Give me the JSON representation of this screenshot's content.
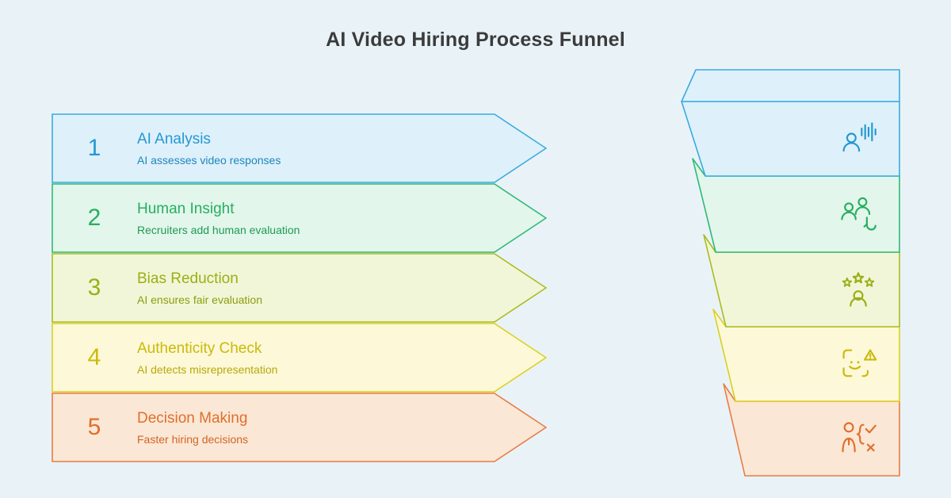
{
  "page": {
    "title": "AI Video Hiring Process Funnel",
    "background": "#e9f3f7"
  },
  "steps": [
    {
      "number": "1",
      "title": "AI Analysis",
      "subtitle": "AI assesses video responses",
      "border": "#3aabe0",
      "fill": "#def0fa",
      "title_color": "#2598d2",
      "subtitle_color": "#1e86bd",
      "icon": "voice-analysis-icon"
    },
    {
      "number": "2",
      "title": "Human Insight",
      "subtitle": "Recruiters add human evaluation",
      "border": "#30b977",
      "fill": "#e2f6eb",
      "title_color": "#27ae60",
      "subtitle_color": "#1f9a55",
      "icon": "human-evaluation-icon"
    },
    {
      "number": "3",
      "title": "Bias Reduction",
      "subtitle": "AI ensures fair evaluation",
      "border": "#a9bc20",
      "fill": "#f2f6d8",
      "title_color": "#9aaf15",
      "subtitle_color": "#8a9e10",
      "icon": "rating-stars-icon"
    },
    {
      "number": "4",
      "title": "Authenticity Check",
      "subtitle": "AI detects misrepresentation",
      "border": "#ddd01f",
      "fill": "#fcf8d8",
      "title_color": "#cbba0a",
      "subtitle_color": "#b9a908",
      "icon": "face-scan-warning-icon"
    },
    {
      "number": "5",
      "title": "Decision Making",
      "subtitle": "Faster hiring decisions",
      "border": "#e87c45",
      "fill": "#fbe7d5",
      "title_color": "#df6f2c",
      "subtitle_color": "#d16527",
      "icon": "candidate-decision-icon"
    }
  ]
}
